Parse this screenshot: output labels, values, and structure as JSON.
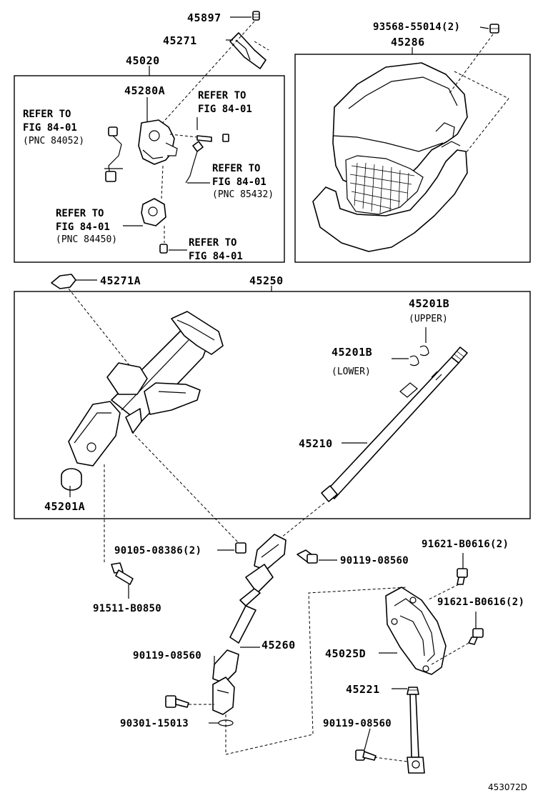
{
  "diagram": {
    "part_numbers": {
      "p45897": "45897",
      "p45271": "45271",
      "p45020": "45020",
      "p45280A": "45280A",
      "p93568": "93568-55014(2)",
      "p45286": "45286",
      "p45271A": "45271A",
      "p45250": "45250",
      "p45201B_upper": "45201B",
      "p45201B_lower": "45201B",
      "p45210": "45210",
      "p45201A": "45201A",
      "p90105": "90105-08386(2)",
      "p90119_top": "90119-08560",
      "p91511": "91511-B0850",
      "p91621_a": "91621-B0616(2)",
      "p91621_b": "91621-B0616(2)",
      "p45260": "45260",
      "p90119_mid": "90119-08560",
      "p45025D": "45025D",
      "p45221": "45221",
      "p90301": "90301-15013",
      "p90119_bot": "90119-08560"
    },
    "qualifiers": {
      "upper": "(UPPER)",
      "lower": "(LOWER)"
    },
    "references": {
      "ref1_l1": "REFER TO",
      "ref1_l2": "FIG 84-01",
      "ref1_l3": "(PNC 84052)",
      "ref2_l1": "REFER TO",
      "ref2_l2": "FIG 84-01",
      "ref3_l1": "REFER TO",
      "ref3_l2": "FIG 84-01",
      "ref3_l3": "(PNC 85432)",
      "ref4_l1": "REFER TO",
      "ref4_l2": "FIG 84-01",
      "ref4_l3": "(PNC 84450)",
      "ref5_l1": "REFER TO",
      "ref5_l2": "FIG 84-01"
    },
    "figure_id": "453072D"
  }
}
